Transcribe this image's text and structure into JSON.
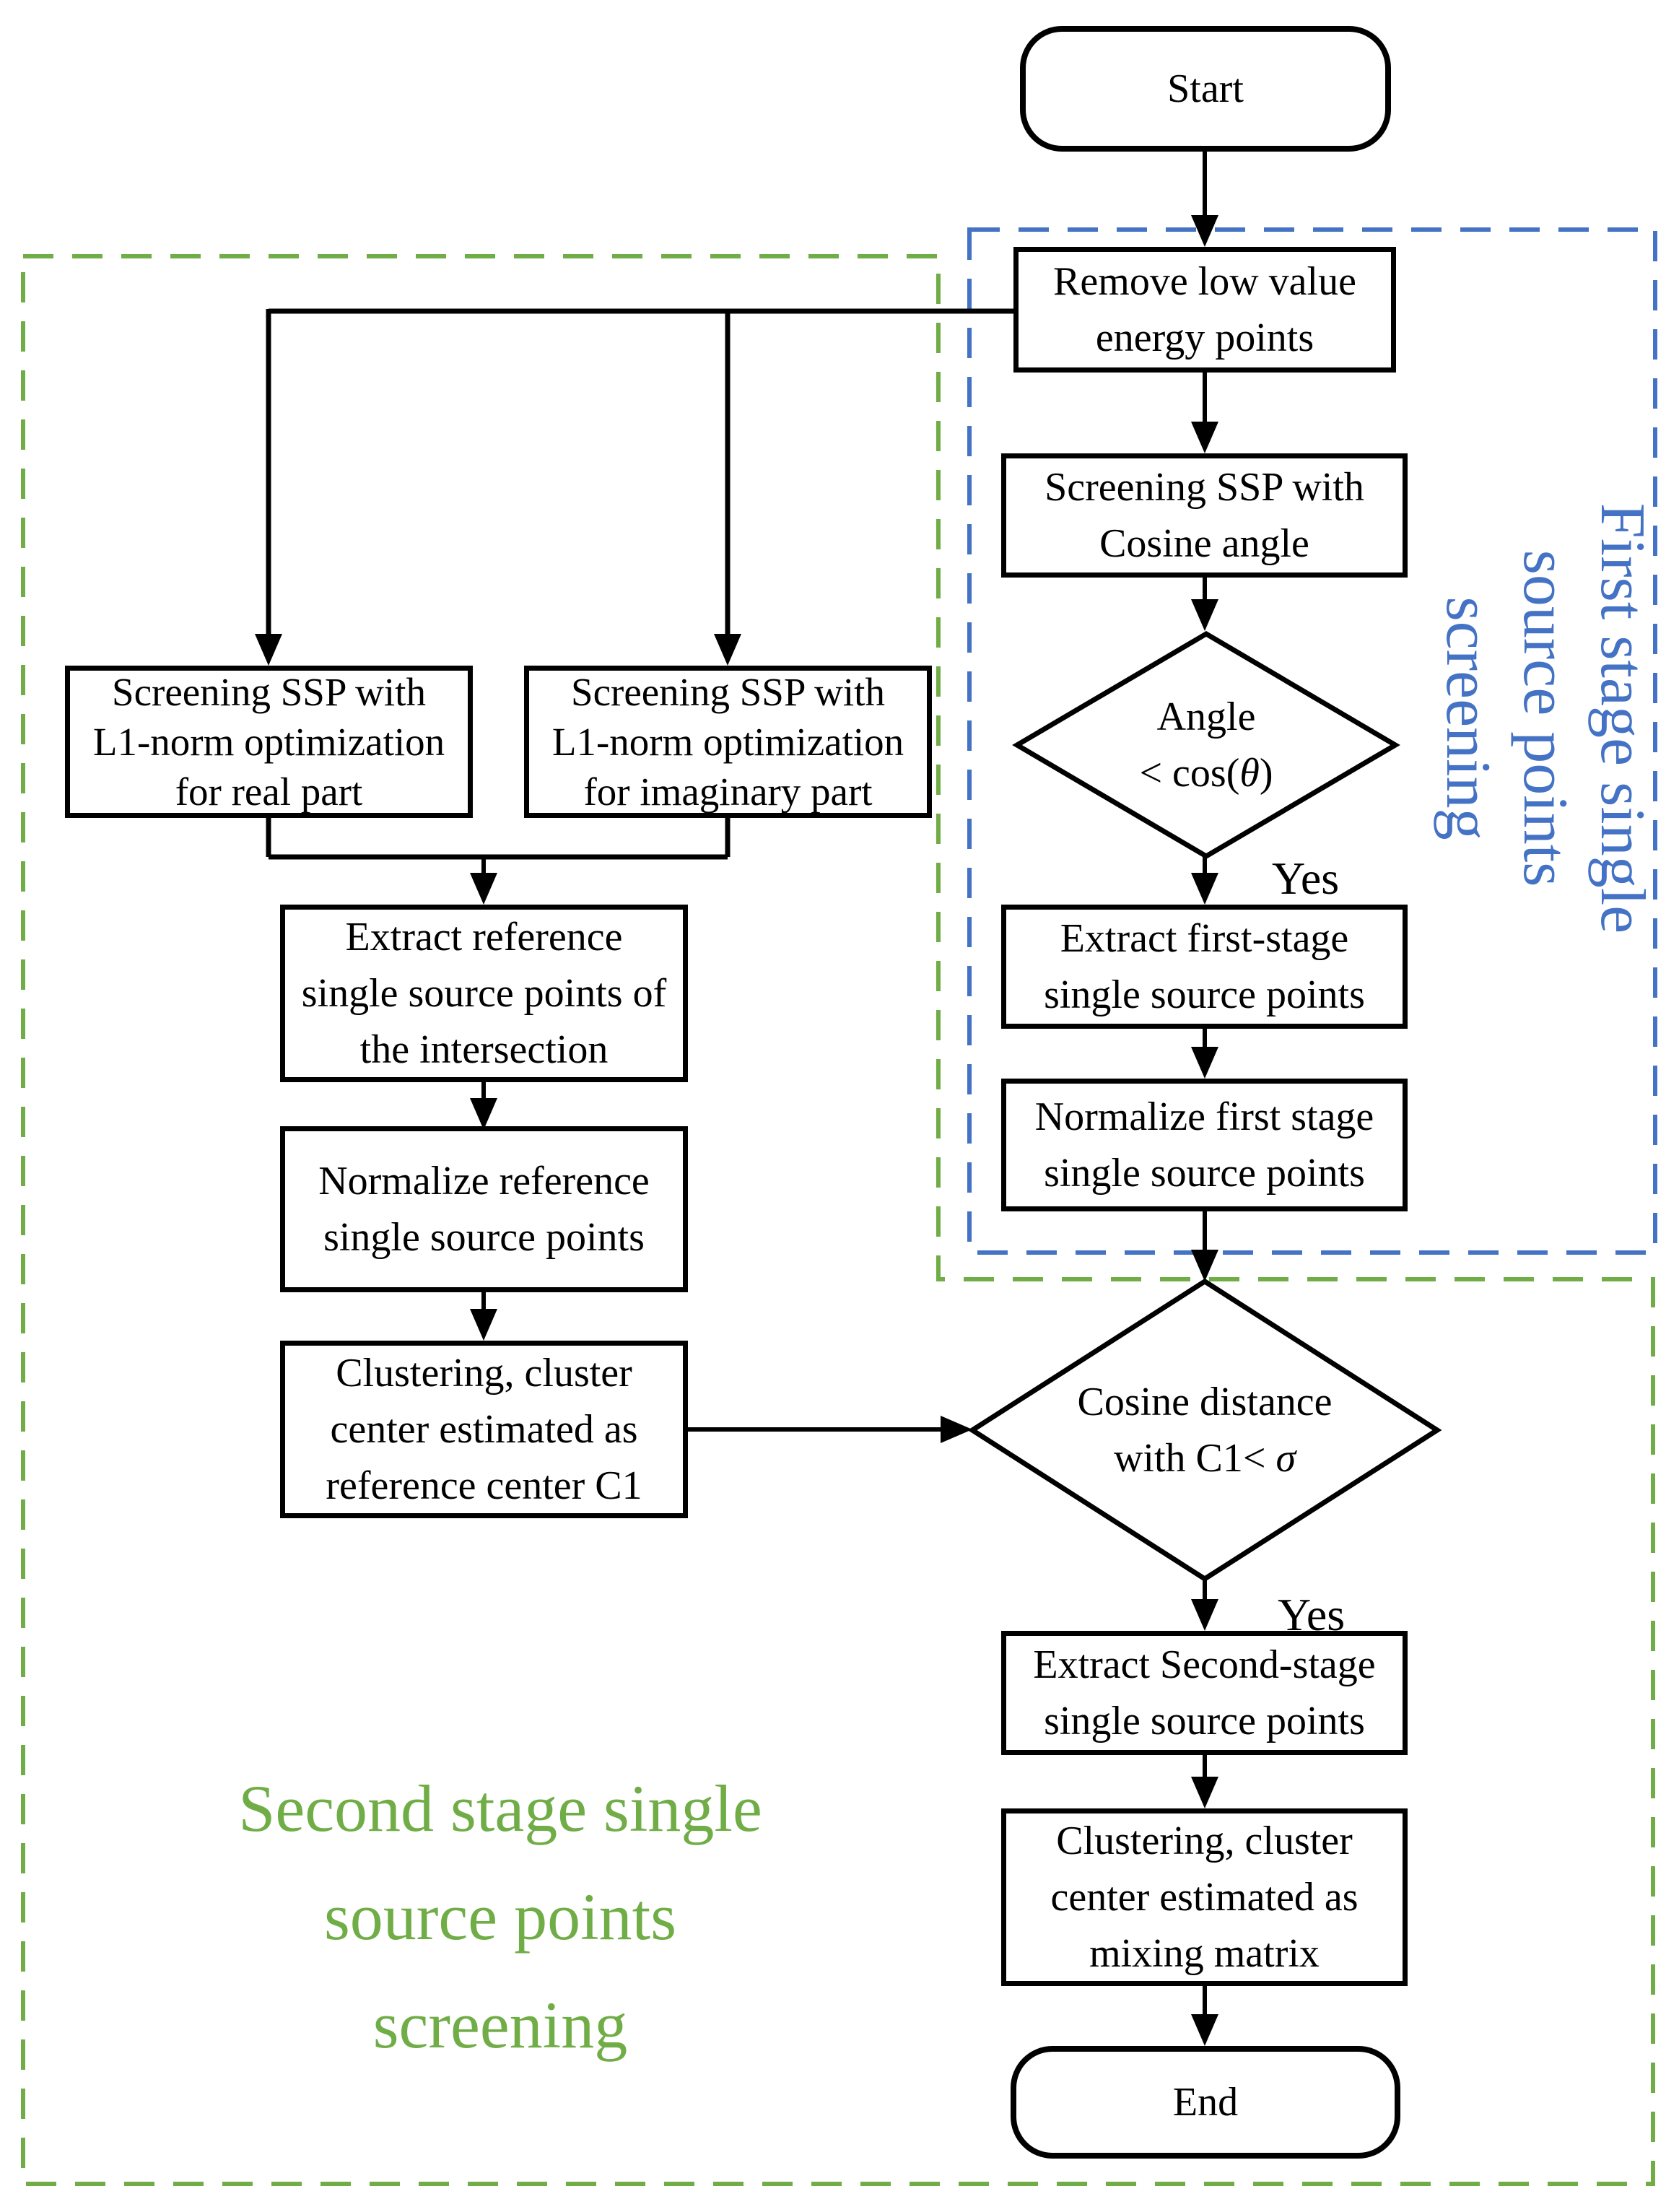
{
  "colors": {
    "accent_blue": "#4472C4",
    "accent_green": "#70AD47",
    "line_black": "#000000"
  },
  "nodes": {
    "start": {
      "label": "Start"
    },
    "remove": {
      "lines": [
        "Remove low value",
        "energy points"
      ]
    },
    "cosine": {
      "lines": [
        "Screening SSP with",
        "Cosine angle"
      ]
    },
    "diamond1": {
      "line1": "Angle",
      "line2_prefix": "< cos(",
      "line2_symbol": "θ",
      "line2_suffix": ")"
    },
    "yes1": "Yes",
    "extract_first": {
      "lines": [
        "Extract first-stage",
        "single source points"
      ]
    },
    "normalize_first": {
      "lines": [
        "Normalize first stage",
        "single source points"
      ]
    },
    "l1_real": {
      "lines": [
        "Screening SSP with",
        "L1-norm optimization",
        "for real part"
      ]
    },
    "l1_imag": {
      "lines": [
        "Screening SSP with",
        "L1-norm optimization",
        "for imaginary part"
      ]
    },
    "extract_ref": {
      "lines": [
        "Extract reference",
        "single source points of",
        "the intersection"
      ]
    },
    "normalize_ref": {
      "lines": [
        "Normalize reference",
        "single source points"
      ]
    },
    "cluster_c1": {
      "lines": [
        "Clustering, cluster",
        "center estimated as",
        "reference center C1"
      ]
    },
    "diamond2": {
      "line1": "Cosine distance",
      "line2_prefix": "with C1< ",
      "line2_symbol": "σ",
      "line2_suffix": ""
    },
    "yes2": "Yes",
    "extract_second": {
      "lines": [
        "Extract Second-stage",
        "single source points"
      ]
    },
    "cluster_mix": {
      "lines": [
        "Clustering, cluster",
        "center estimated as",
        "mixing matrix"
      ]
    },
    "end": {
      "label": "End"
    }
  },
  "regions": {
    "first_stage": {
      "lines": [
        "First stage single",
        "source points",
        "screening"
      ]
    },
    "second_stage": {
      "lines": [
        "Second stage single",
        "source points",
        "screening"
      ]
    }
  }
}
